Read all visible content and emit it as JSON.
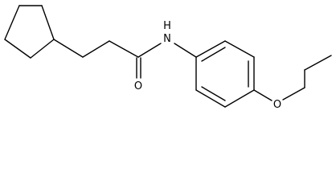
{
  "molecule": {
    "atoms": {
      "nitrogen_label": "N",
      "nitrogen_hydrogen_label": "H",
      "carbonyl_oxygen_label": "O",
      "ether_oxygen_label": "O"
    },
    "colors": {
      "bond": "#000000",
      "text": "#000000",
      "background": "#ffffff"
    }
  }
}
